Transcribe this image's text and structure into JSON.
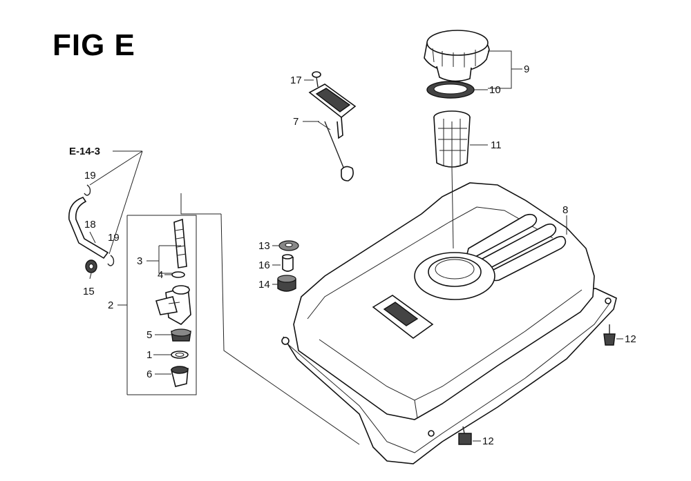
{
  "figure": {
    "title": "FIG E"
  },
  "reference": {
    "label": "E-14-3"
  },
  "callouts": {
    "c1": "1",
    "c2": "2",
    "c3": "3",
    "c4": "4",
    "c5": "5",
    "c6": "6",
    "c7": "7",
    "c8": "8",
    "c9": "9",
    "c10": "10",
    "c11": "11",
    "c12a": "12",
    "c12b": "12",
    "c13": "13",
    "c14": "14",
    "c15": "15",
    "c16": "16",
    "c17": "17",
    "c18": "18",
    "c19a": "19",
    "c19b": "19"
  }
}
